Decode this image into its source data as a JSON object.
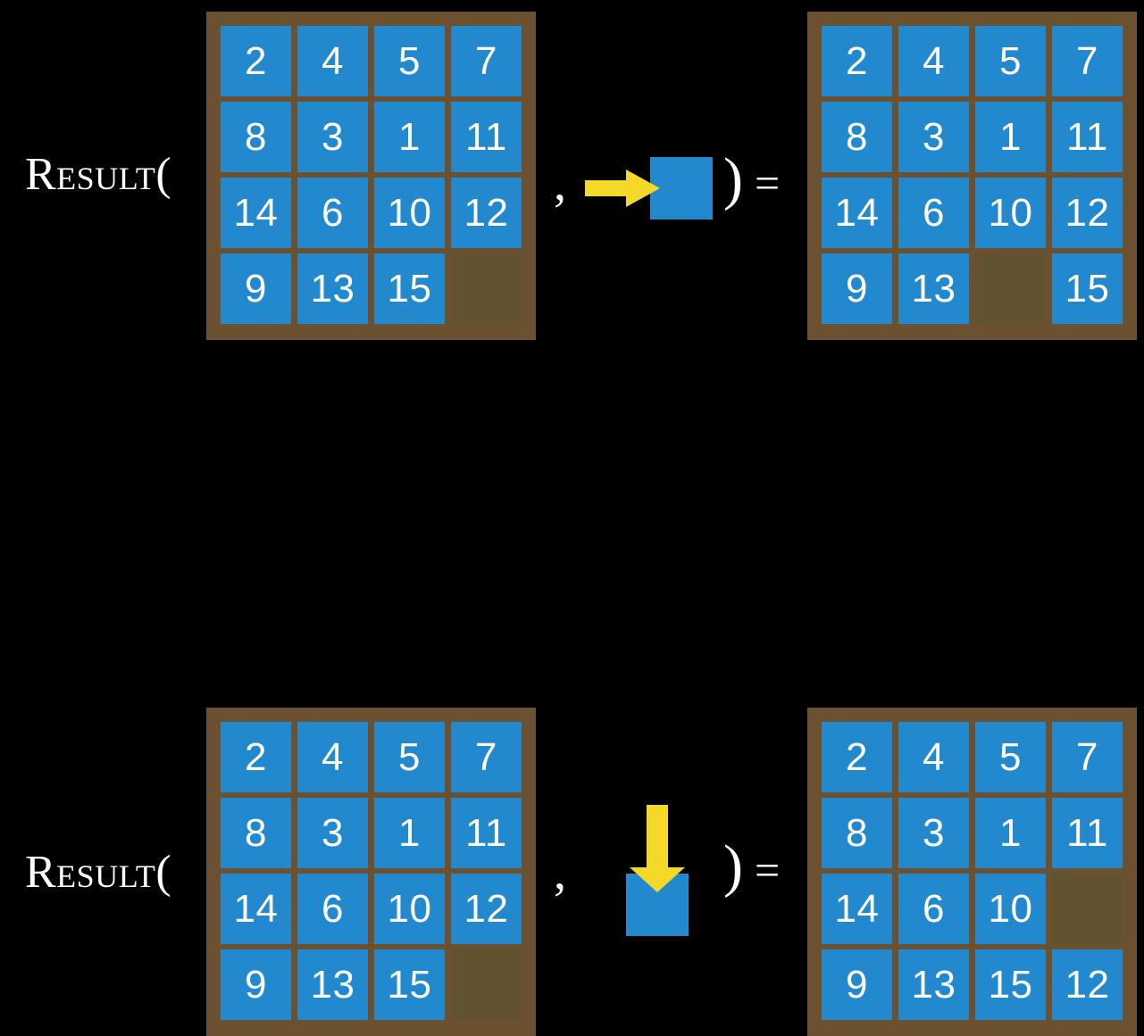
{
  "figure": {
    "title": "Sliding puzzle RESULT function illustration",
    "background_color": "#000000",
    "board_color": "#6b5130",
    "empty_cell_color": "#625330",
    "tile_color": "#2389ce",
    "tile_text_color": "#ffffff",
    "arrow_color": "#f5d928",
    "text_color": "#ffffff"
  },
  "rows": [
    {
      "id": "row-1",
      "label": "Result(",
      "comma": ",",
      "close_paren": ")",
      "equals": "=",
      "operator": {
        "icon": "arrow-right-icon",
        "direction": "right",
        "description": "blank tile slides right"
      },
      "input_board": {
        "name": "input-board-row-1",
        "rows": [
          [
            "2",
            "4",
            "5",
            "7"
          ],
          [
            "8",
            "3",
            "1",
            "11"
          ],
          [
            "14",
            "6",
            "10",
            "12"
          ],
          [
            "9",
            "13",
            "15",
            ""
          ]
        ]
      },
      "output_board": {
        "name": "output-board-row-1",
        "rows": [
          [
            "2",
            "4",
            "5",
            "7"
          ],
          [
            "8",
            "3",
            "1",
            "11"
          ],
          [
            "14",
            "6",
            "10",
            "12"
          ],
          [
            "9",
            "13",
            "",
            "15"
          ]
        ]
      }
    },
    {
      "id": "row-2",
      "label": "Result(",
      "comma": ",",
      "close_paren": ")",
      "equals": "=",
      "operator": {
        "icon": "arrow-down-icon",
        "direction": "down",
        "description": "blank tile slides down"
      },
      "input_board": {
        "name": "input-board-row-2",
        "rows": [
          [
            "2",
            "4",
            "5",
            "7"
          ],
          [
            "8",
            "3",
            "1",
            "11"
          ],
          [
            "14",
            "6",
            "10",
            "12"
          ],
          [
            "9",
            "13",
            "15",
            ""
          ]
        ]
      },
      "output_board": {
        "name": "output-board-row-2",
        "rows": [
          [
            "2",
            "4",
            "5",
            "7"
          ],
          [
            "8",
            "3",
            "1",
            "11"
          ],
          [
            "14",
            "6",
            "10",
            ""
          ],
          [
            "9",
            "13",
            "15",
            "12"
          ]
        ]
      }
    }
  ]
}
